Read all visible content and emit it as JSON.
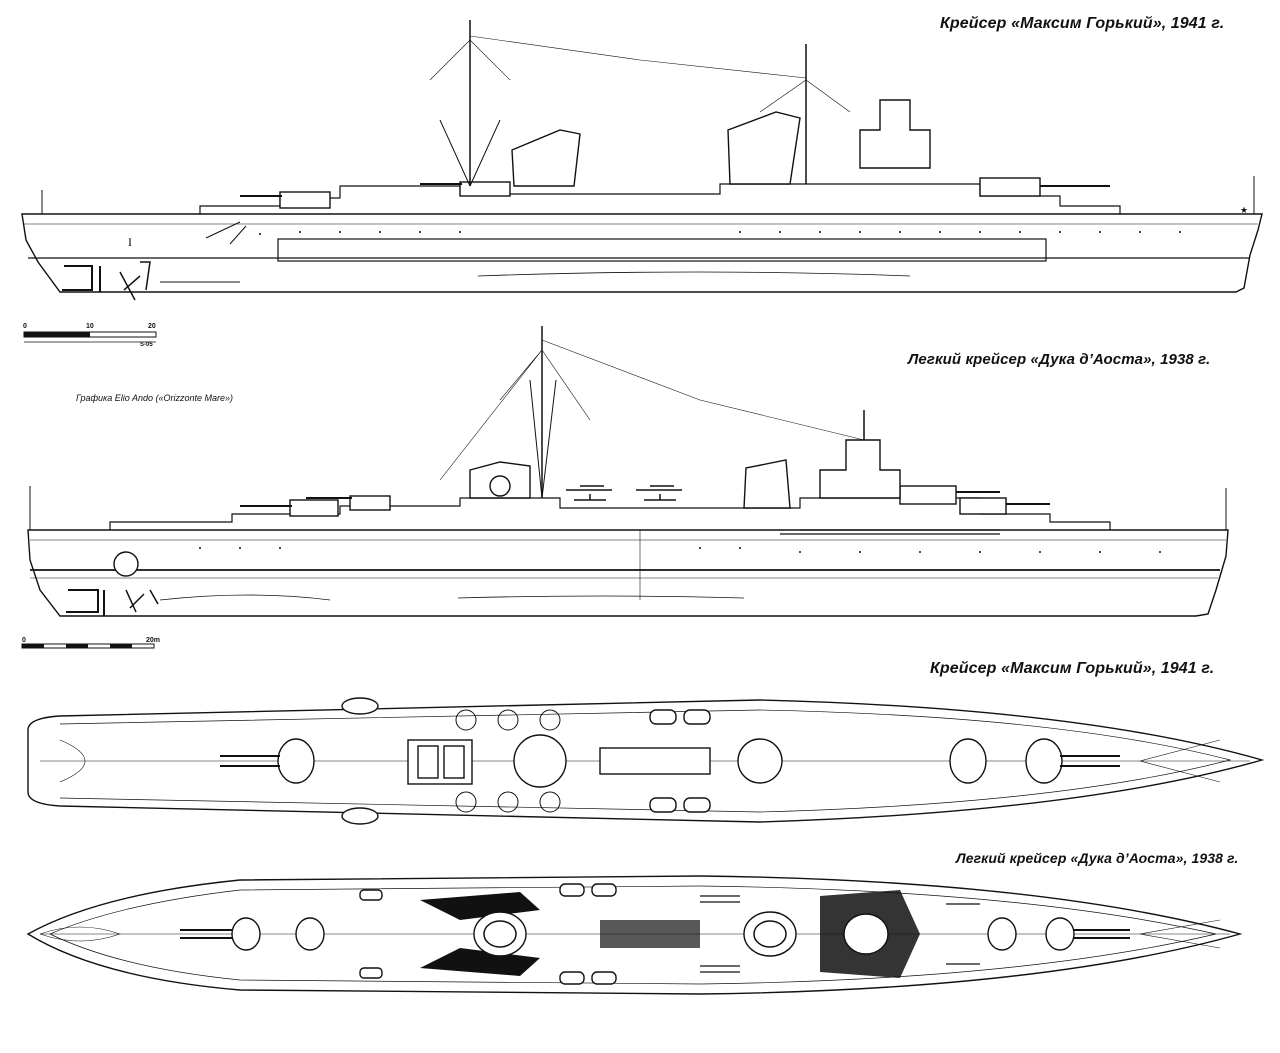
{
  "captions": {
    "gorky_profile": "Крейсер «Максим Горький», 1941 г.",
    "aosta_profile": "Легкий крейсер «Дука д’Аоста», 1938 г.",
    "gorky_plan": "Крейсер «Максим Горький», 1941 г.",
    "aosta_plan": "Легкий крейсер «Дука д’Аоста», 1938 г."
  },
  "credit": "Графика Elio Ando («Orizzonte Mare»)",
  "scales": {
    "top": {
      "ticks": [
        "0",
        "10",
        "20"
      ],
      "note": "S-05"
    },
    "bottom": {
      "ticks": [
        "0",
        "20m"
      ]
    }
  },
  "colors": {
    "ink": "#111111",
    "paper": "#ffffff"
  }
}
